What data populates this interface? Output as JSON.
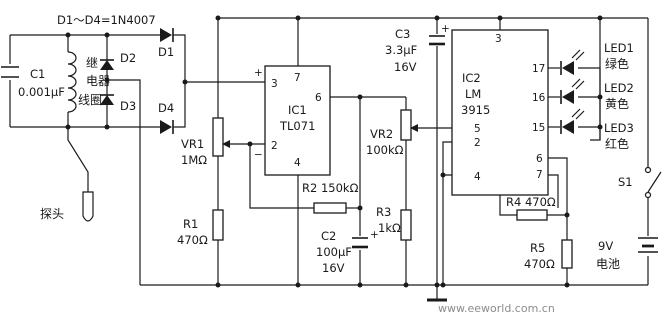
{
  "header": {
    "diode_note": "D1～D4=1N4007"
  },
  "components": {
    "c1": {
      "name": "C1",
      "value": "0.001μF"
    },
    "relay_coil": {
      "line1": "继",
      "line2": "电器",
      "line3": "线圈"
    },
    "d1": "D1",
    "d2": "D2",
    "d3": "D3",
    "d4": "D4",
    "probe": "探头",
    "vr1": {
      "name": "VR1",
      "value": "1MΩ"
    },
    "r1": {
      "name": "R1",
      "value": "470Ω"
    },
    "ic1": {
      "name": "IC1",
      "part": "TL071",
      "pin3": "3",
      "pin2": "2",
      "pin7": "7",
      "pin6": "6",
      "pin4": "4",
      "plus": "+",
      "minus": "−"
    },
    "r2": {
      "name": "R2",
      "value": "150kΩ"
    },
    "c2": {
      "name": "C2",
      "value": "100μF",
      "voltage": "16V",
      "plus": "+"
    },
    "r3": {
      "name": "R3",
      "value": "1kΩ"
    },
    "vr2": {
      "name": "VR2",
      "value": "100kΩ"
    },
    "c3": {
      "name": "C3",
      "value": "3.3μF",
      "voltage": "16V",
      "plus": "+"
    },
    "ic2": {
      "name": "IC2",
      "part1": "LM",
      "part2": "3915",
      "pin3": "3",
      "pin17": "17",
      "pin16": "16",
      "pin15": "15",
      "pin5": "5",
      "pin2": "2",
      "pin4": "4",
      "pin6": "6",
      "pin7": "7"
    },
    "led1": {
      "name": "LED1",
      "color": "绿色"
    },
    "led2": {
      "name": "LED2",
      "color": "黄色"
    },
    "led3": {
      "name": "LED3",
      "color": "红色"
    },
    "r4": {
      "name": "R4",
      "value": "470Ω"
    },
    "r5": {
      "name": "R5",
      "value": "470Ω"
    },
    "s1": "S1",
    "battery": {
      "voltage": "9V",
      "label": "电池"
    }
  },
  "watermark": "www.eeworld.com.cn"
}
